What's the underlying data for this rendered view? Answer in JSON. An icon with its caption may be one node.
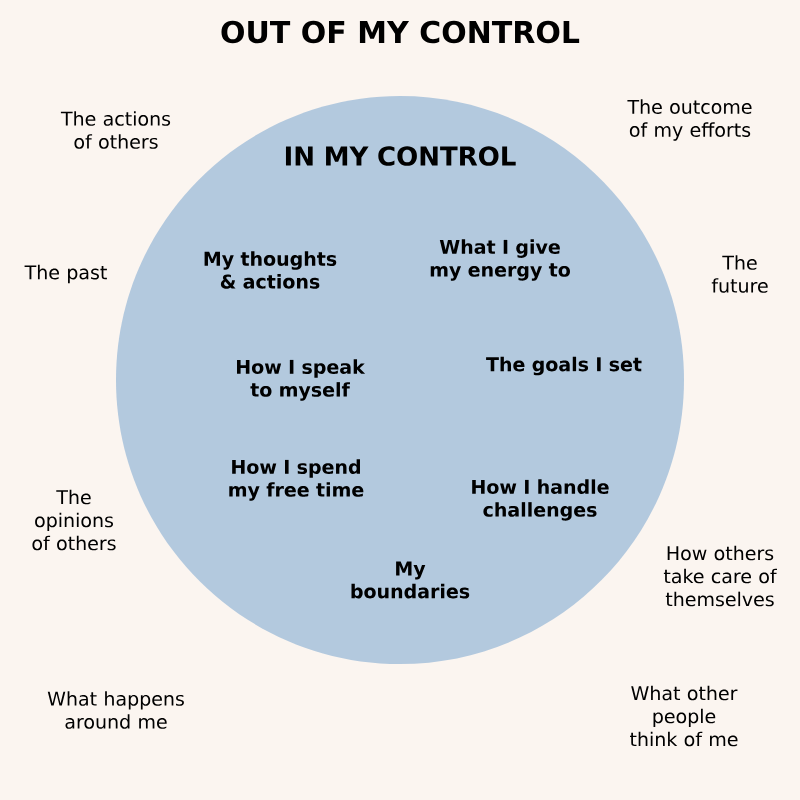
{
  "diagram": {
    "title": "OUT OF MY CONTROL",
    "nodes": [
      {
        "text": [
          "IN MY CONTROL",
          "My thoughts & actions",
          "What I give my energy to",
          "How I speak to myself",
          "The goals I set",
          "How I spend my free time",
          "How I handle challenges",
          "My boundaries"
        ]
      }
    ],
    "labels": [
      "The actions of others",
      "The outcome of my efforts",
      "The past",
      "The future",
      "The opinions of others",
      "How others take care of themselves",
      "What happens around me",
      "What other people think of me"
    ]
  }
}
